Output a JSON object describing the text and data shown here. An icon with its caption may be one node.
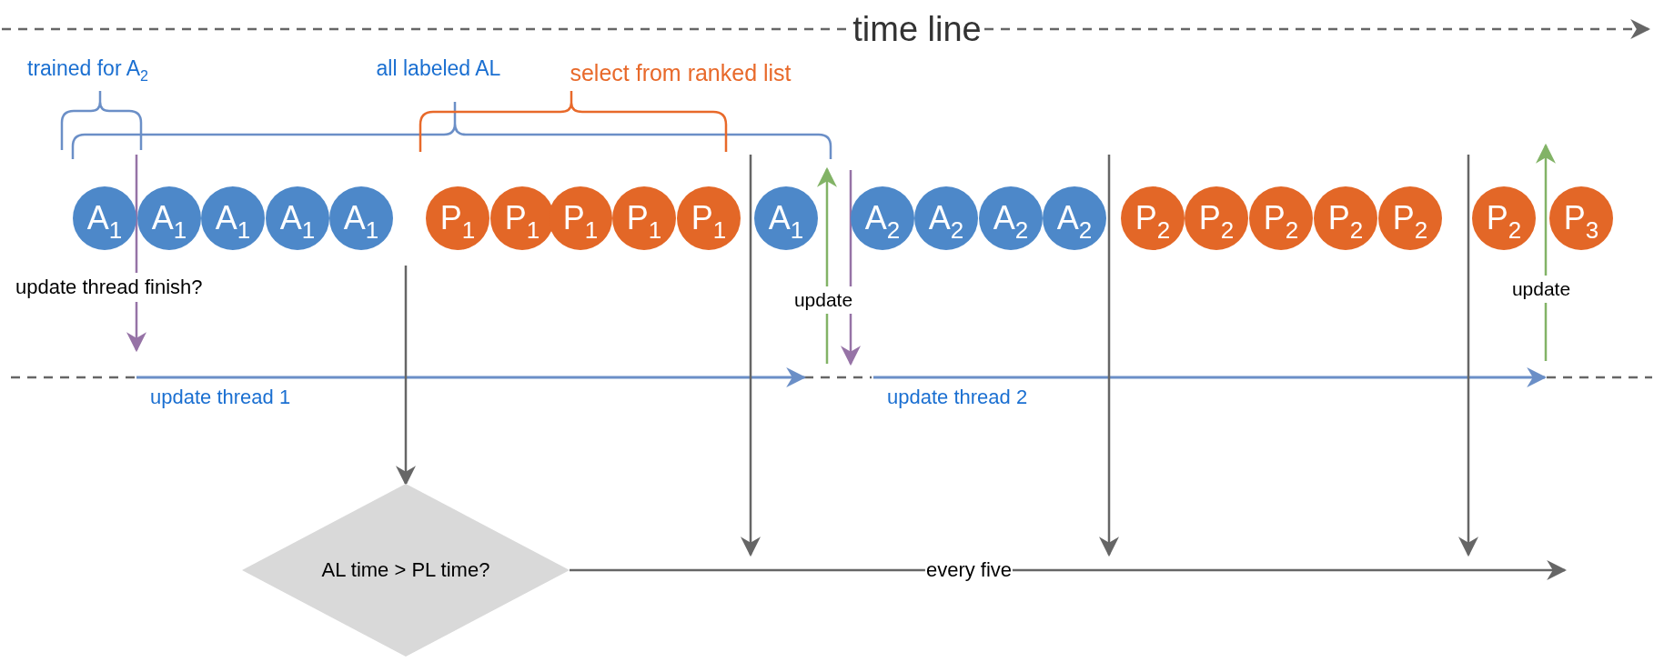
{
  "diagram": {
    "nodes": [
      {
        "text": [
          "A$_{1}$"
        ]
      },
      {
        "text": [
          "A$_{1}$"
        ]
      },
      {
        "text": [
          "A$_{1}$"
        ]
      },
      {
        "text": [
          "A$_{1}$"
        ]
      },
      {
        "text": [
          "A$_{1}$"
        ]
      },
      {
        "text": [
          "P$_{1}$"
        ]
      },
      {
        "text": [
          "P$_{1}$"
        ]
      },
      {
        "text": [
          "P$_{1}$"
        ]
      },
      {
        "text": [
          "P$_{1}$"
        ]
      },
      {
        "text": [
          "P$_{1}$"
        ]
      },
      {
        "text": [
          "A$_{1}$"
        ]
      },
      {
        "text": [
          "A$_{2}$"
        ]
      },
      {
        "text": [
          "A$_{2}$"
        ]
      },
      {
        "text": [
          "A$_{2}$"
        ]
      },
      {
        "text": [
          "A$_{2}$"
        ]
      },
      {
        "text": [
          "P$_{2}$"
        ]
      },
      {
        "text": [
          "P$_{2}$"
        ]
      },
      {
        "text": [
          "P$_{2}$"
        ]
      },
      {
        "text": [
          "P$_{2}$"
        ]
      },
      {
        "text": [
          "P$_{2}$"
        ]
      },
      {
        "text": [
          "P$_{2}$"
        ]
      },
      {
        "text": [
          "P$_{3}$"
        ]
      },
      {
        "text": [
          "AL time > PL time?"
        ]
      }
    ],
    "edges": [
      {
        "from": null,
        "to": 22,
        "arrow": "to"
      },
      {
        "from": 22,
        "to": null,
        "arrow": "to",
        "label": "every five"
      }
    ],
    "labels": [
      "time line",
      "trained for A$_{2}$",
      "all labeled AL",
      "select from ranked list",
      "update thread finish?",
      "update",
      "update",
      "update thread 1",
      "update thread 2"
    ]
  }
}
